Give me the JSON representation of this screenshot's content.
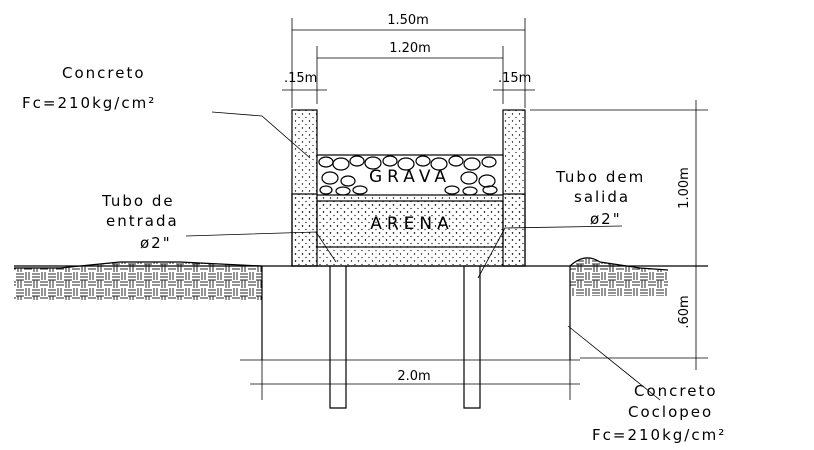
{
  "dimensions": {
    "total_width": "1.50m",
    "inner_width": "1.20m",
    "wall_left": ".15m",
    "wall_right": ".15m",
    "height": "1.00m",
    "depth": ".60m",
    "base_width": "2.0m"
  },
  "labels": {
    "concrete_line1": "Concreto",
    "concrete_line2": "Fc=210kg/cm²",
    "inlet_line1": "Tubo de",
    "inlet_line2": "entrada",
    "inlet_line3": "ø2\"",
    "outlet_line1": "Tubo dem",
    "outlet_line2": "salida",
    "outlet_line3": "ø2\"",
    "cyclopean_line1": "Concreto",
    "cyclopean_line2": "Coclopeo",
    "cyclopean_line3": "Fc=210kg/cm²"
  },
  "layers": {
    "gravel": "GRAVA",
    "sand": "ARENA"
  }
}
